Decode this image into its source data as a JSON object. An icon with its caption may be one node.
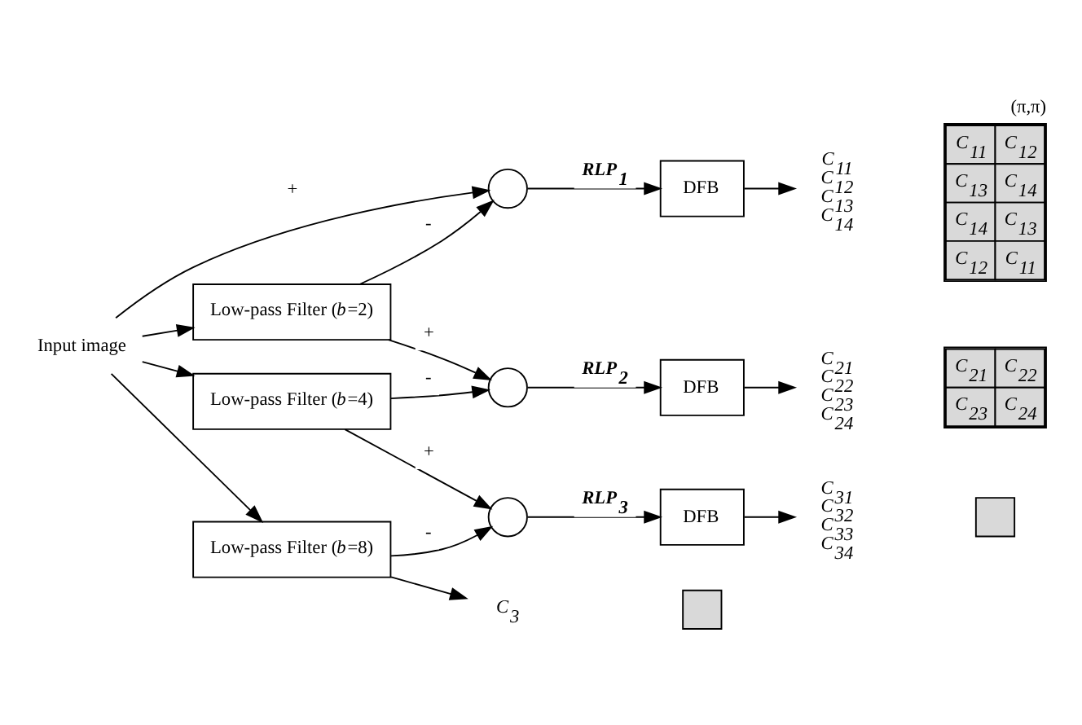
{
  "diagram": {
    "nodes": [
      {
        "text": [
          "Input image"
        ]
      },
      {
        "text": [
          "Low-pass Filter (*b*=2)"
        ]
      },
      {
        "text": [],
        "shape": "circle"
      },
      {
        "text": [
          "DFB"
        ]
      },
      {
        "text": [
          "C$_{11}$",
          "C$_{12}$",
          "C$_{13}$",
          "C$_{14}$"
        ]
      },
      {
        "text": [
          "C$_{11}$",
          "C$_{12}$",
          "C$_{13}$",
          "C$_{14}$",
          "C$_{14}$",
          "C$_{13}$",
          "C$_{12}$",
          "C$_{11}$"
        ],
        "beside": [
          "(π,π)"
        ]
      },
      {
        "text": [
          "Low-pass Filter (*b*=4)"
        ]
      },
      {
        "text": [],
        "shape": "circle"
      },
      {
        "text": [
          "DFB"
        ]
      },
      {
        "text": [
          "C$_{21}$",
          "C$_{22}$",
          "C$_{23}$",
          "C$_{24}$"
        ]
      },
      {
        "text": [
          "C$_{21}$",
          "C$_{22}$",
          "C$_{23}$",
          "C$_{24}$"
        ]
      },
      {
        "text": [
          "Low-pass Filter (*b*=8)"
        ]
      },
      {
        "text": [],
        "shape": "circle"
      },
      {
        "text": [
          "DFB"
        ]
      },
      {
        "text": [
          "C$_{31}$",
          "C$_{32}$",
          "C$_{33}$",
          "C$_{34}$"
        ]
      },
      {
        "text": [],
        "shape": "box"
      },
      {
        "text": [
          "C$_{3}$"
        ]
      },
      {
        "text": [],
        "shape": "box"
      }
    ],
    "edges": [
      {
        "from": 0,
        "to": 1,
        "arrow": "to"
      },
      {
        "from": 0,
        "to": 2,
        "arrow": "to",
        "label": "+"
      },
      {
        "from": 1,
        "to": 2,
        "arrow": "to",
        "label": "-"
      },
      {
        "from": 2,
        "to": 3,
        "arrow": "to",
        "label": "RLP$_{1}$"
      },
      {
        "from": 3,
        "to": 4,
        "arrow": "to"
      },
      {
        "from": 0,
        "to": 6,
        "arrow": "to"
      },
      {
        "from": 1,
        "to": 7,
        "arrow": "to",
        "label": "+"
      },
      {
        "from": 6,
        "to": 7,
        "arrow": "to",
        "label": "-"
      },
      {
        "from": 7,
        "to": 8,
        "arrow": "to",
        "label": "RLP$_{2}$"
      },
      {
        "from": 8,
        "to": 9,
        "arrow": "to"
      },
      {
        "from": 0,
        "to": 11,
        "arrow": "to"
      },
      {
        "from": 6,
        "to": 12,
        "arrow": "to",
        "label": "+"
      },
      {
        "from": 11,
        "to": 12,
        "arrow": "to",
        "label": "-"
      },
      {
        "from": 12,
        "to": 13,
        "arrow": "to",
        "label": "RLP$_{3}$"
      },
      {
        "from": 13,
        "to": 14,
        "arrow": "to"
      },
      {
        "from": 11,
        "to": 16,
        "arrow": "to"
      }
    ]
  }
}
